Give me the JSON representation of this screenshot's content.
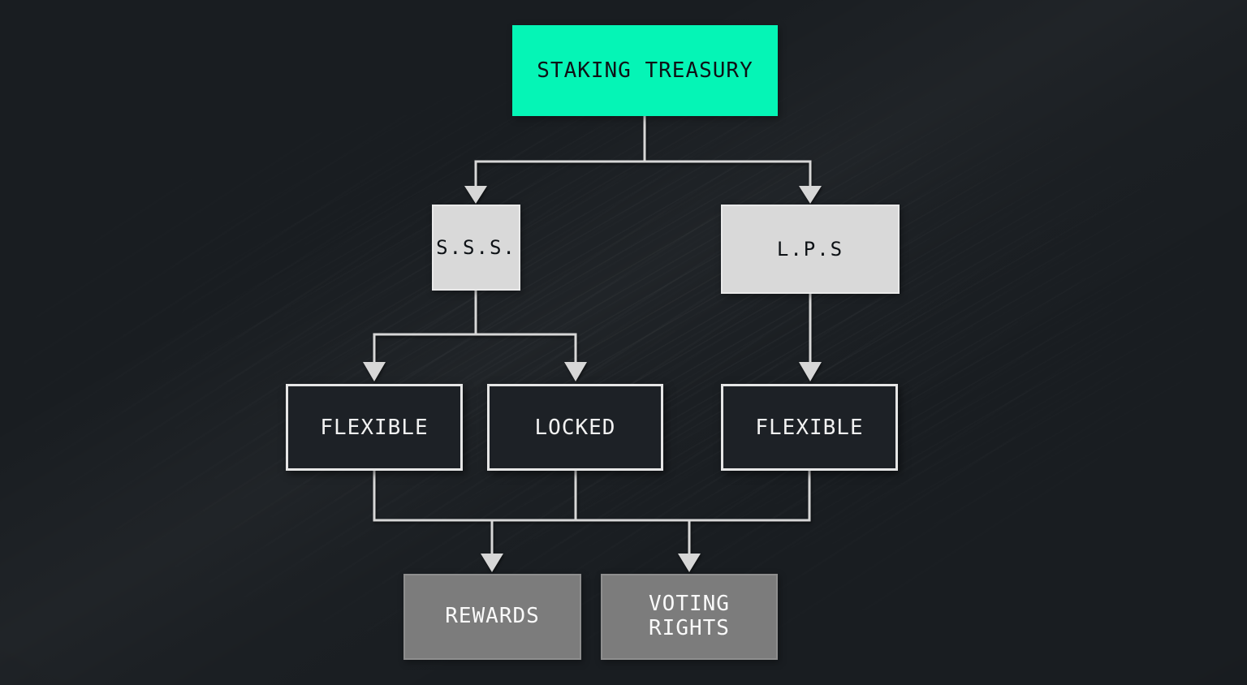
{
  "colors": {
    "background": "#191d21",
    "accent_green": "#05f5b6",
    "light_gray": "#d9d9d9",
    "mid_gray": "#7c7c7c",
    "dark_box": "#1d2126",
    "line": "#d7d7d7",
    "text_dark": "#0e1216",
    "text_light": "#f2f2f2"
  },
  "nodes": {
    "treasury": {
      "label": "STAKING TREASURY"
    },
    "sss": {
      "label": "S.S.S."
    },
    "lps": {
      "label": "L.P.S"
    },
    "sss_flexible": {
      "label": "FLEXIBLE"
    },
    "sss_locked": {
      "label": "LOCKED"
    },
    "lps_flexible": {
      "label": "FLEXIBLE"
    },
    "rewards": {
      "label": "REWARDS"
    },
    "voting_rights": {
      "label": "VOTING RIGHTS"
    }
  },
  "edges": [
    {
      "from": "treasury",
      "to": "sss"
    },
    {
      "from": "treasury",
      "to": "lps"
    },
    {
      "from": "sss",
      "to": "sss_flexible"
    },
    {
      "from": "sss",
      "to": "sss_locked"
    },
    {
      "from": "lps",
      "to": "lps_flexible"
    },
    {
      "from": [
        "sss_flexible",
        "sss_locked",
        "lps_flexible"
      ],
      "to": [
        "rewards",
        "voting_rights"
      ]
    }
  ]
}
